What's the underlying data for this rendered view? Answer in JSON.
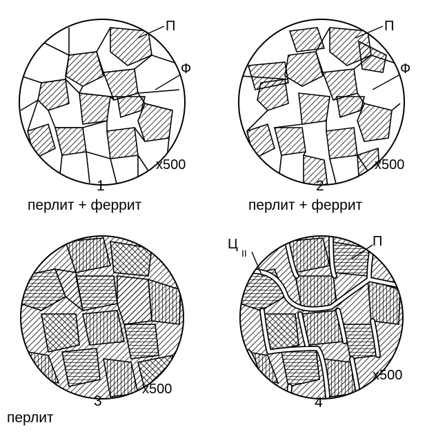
{
  "colors": {
    "ink": "#000000",
    "background": "#ffffff"
  },
  "panels": [
    {
      "number": "1",
      "caption": "перлит + феррит",
      "magnification": "x500",
      "labels": [
        "П",
        "Ф"
      ],
      "structure": "pearlite grains with ferrite network"
    },
    {
      "number": "2",
      "caption": "перлит + феррит",
      "magnification": "x500",
      "labels": [
        "П",
        "Ф"
      ],
      "structure": "more pearlite, less ferrite"
    },
    {
      "number": "3",
      "caption": "перлит",
      "magnification": "x500",
      "labels": [],
      "structure": "fully pearlitic"
    },
    {
      "number": "4",
      "caption": "",
      "magnification": "x500",
      "labels": [
        "Ц",
        "II",
        "П"
      ],
      "structure": "pearlite with secondary cementite network"
    }
  ]
}
